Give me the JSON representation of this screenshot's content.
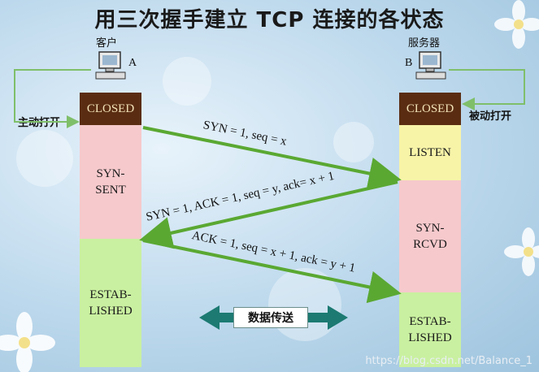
{
  "title": "用三次握手建立 TCP 连接的各状态",
  "client": {
    "label": "客户",
    "letter": "A",
    "action": "主动打开"
  },
  "server": {
    "label": "服务器",
    "letter": "B",
    "action": "被动打开"
  },
  "client_states": [
    {
      "name": "CLOSED",
      "color": "#5a2d12"
    },
    {
      "name": "SYN-\nSENT",
      "color": "#f6c9cc"
    },
    {
      "name": "ESTAB-\nLISHED",
      "color": "#c9f0a0"
    }
  ],
  "server_states": [
    {
      "name": "CLOSED",
      "color": "#5a2d12"
    },
    {
      "name": "LISTEN",
      "color": "#f7f4a8"
    },
    {
      "name": "SYN-\nRCVD",
      "color": "#f6c9cc"
    },
    {
      "name": "ESTAB-\nLISHED",
      "color": "#c9f0a0"
    }
  ],
  "messages": [
    {
      "text": "SYN = 1, seq = x"
    },
    {
      "text": "SYN = 1, ACK = 1, seq = y, ack= x + 1"
    },
    {
      "text": "ACK = 1, seq = x + 1, ack = y + 1"
    }
  ],
  "transfer_label": "数据传送",
  "watermark": "https://blog.csdn.net/Balance_1",
  "colors": {
    "arrow": "#5aa832",
    "transfer_arrow": "#1c7a72",
    "loop": "#7fbf6a"
  }
}
